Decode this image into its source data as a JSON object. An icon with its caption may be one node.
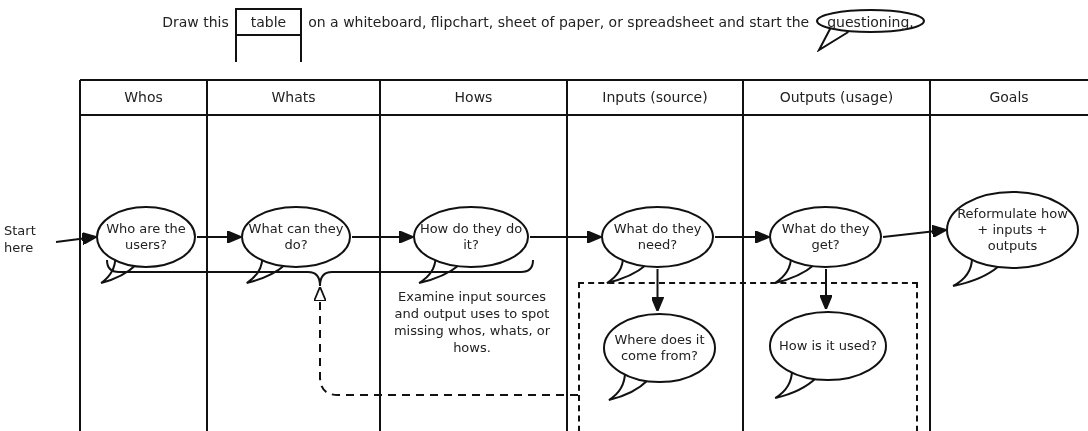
{
  "diagram": {
    "nodes": [
      {
        "text": [
          "Start here"
        ]
      },
      {
        "text": [
          "Who are the users?"
        ]
      },
      {
        "text": [
          "What can they do?"
        ]
      },
      {
        "text": [
          "How do they do it?"
        ]
      },
      {
        "text": [
          "What do they need?"
        ]
      },
      {
        "text": [
          "What do they get?"
        ]
      },
      {
        "text": [
          "Reformulate how + inputs + outputs"
        ]
      },
      {
        "text": [],
        "shape": "brace"
      },
      {
        "text": [],
        "shape": "box"
      },
      {
        "text": [
          "Where does it come from?"
        ],
        "in": 8
      },
      {
        "text": [
          "How is it used?"
        ],
        "in": 8
      }
    ],
    "edges": [
      {
        "from": 0,
        "to": 1,
        "arrow": "to"
      },
      {
        "from": 1,
        "to": 2,
        "arrow": "to"
      },
      {
        "from": 2,
        "to": 3,
        "arrow": "to"
      },
      {
        "from": 3,
        "to": 4,
        "arrow": "to"
      },
      {
        "from": 4,
        "to": 5,
        "arrow": "to"
      },
      {
        "from": 5,
        "to": 6,
        "arrow": "to"
      },
      {
        "from": 4,
        "to": 9,
        "arrow": "to"
      },
      {
        "from": 5,
        "to": 10,
        "arrow": "to"
      },
      {
        "from": 8,
        "to": 7,
        "arrow": "to",
        "style": "dashed"
      }
    ],
    "labels": [
      "Draw this",
      "table",
      "on a whiteboard, flipchart, sheet of paper, or spreadsheet and start the",
      "questioning.",
      "Whos",
      "Whats",
      "Hows",
      "Inputs (source)",
      "Outputs (usage)",
      "Goals",
      "Examine input sources and output uses to spot missing whos, whats, or hows."
    ]
  }
}
